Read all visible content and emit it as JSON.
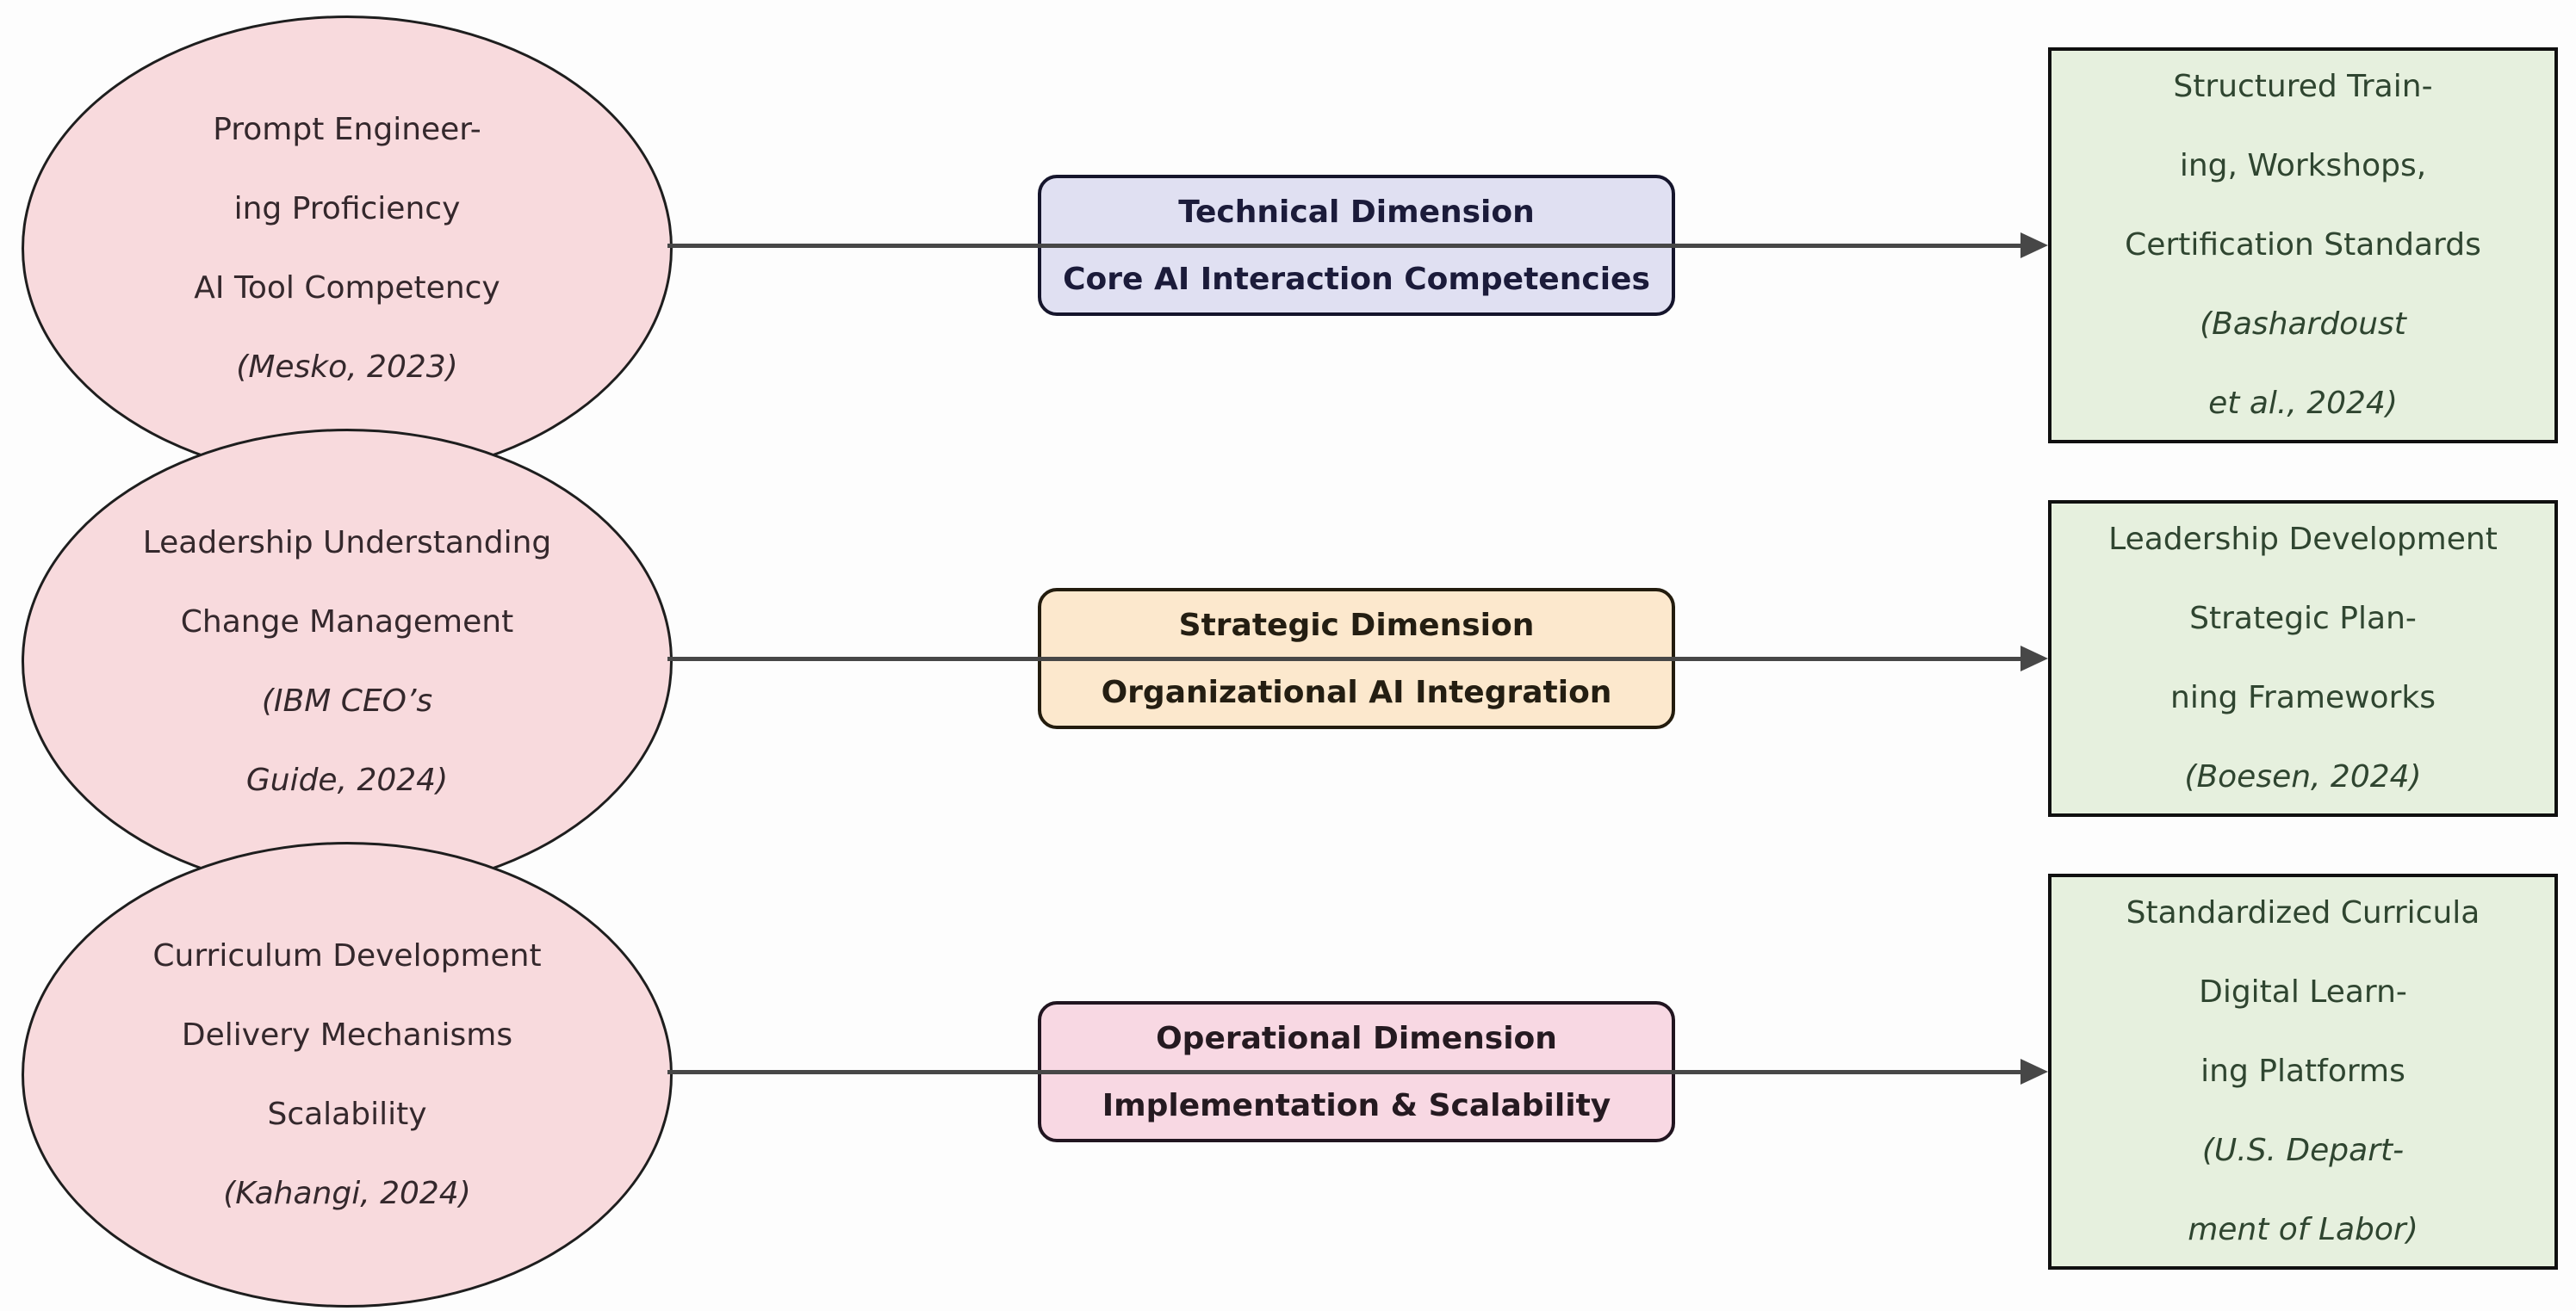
{
  "diagram": {
    "type": "flow-diagram",
    "background": "#fdfdfd",
    "connector": {
      "shape": "right-arrowhead",
      "color": "#474747"
    }
  },
  "palette": {
    "ellipse_fill": "#f8dadd",
    "ellipse_border": "#1e1e1e",
    "ellipse_text": "#34282c",
    "technical_fill": "#e0e0f2",
    "technical_text": "#1b1b3a",
    "strategic_fill": "#fce8cd",
    "strategic_text": "#241e12",
    "operational_fill": "#f8d8e3",
    "operational_text": "#251a21",
    "outcome_fill": "#e6f0de",
    "outcome_border": "#101010",
    "outcome_text": "#2f4530",
    "connector_color": "#474747"
  },
  "rows": [
    {
      "ellipse": {
        "lines": [
          "Prompt Engineer-",
          "ing Proficiency",
          "AI Tool Competency"
        ],
        "citation": [
          "(Mesko, 2023)"
        ]
      },
      "dimension": {
        "title": "Technical Dimension",
        "subtitle": "Core AI Interaction Competencies",
        "style": "background:#e0e0f2;border-color:#15152c;color:#1b1b3a"
      },
      "outcome": {
        "lines": [
          "Structured Train-",
          "ing, Workshops,",
          "Certification Standards"
        ],
        "citation": [
          "(Bashardoust",
          "et al., 2024)"
        ]
      }
    },
    {
      "ellipse": {
        "lines": [
          "Leadership Understanding",
          "Change Management"
        ],
        "citation": [
          "(IBM CEO’s",
          "Guide, 2024)"
        ]
      },
      "dimension": {
        "title": "Strategic Dimension",
        "subtitle": "Organizational AI Integration",
        "style": "background:#fce8cd;border-color:#231c0e;color:#241e12"
      },
      "outcome": {
        "lines": [
          "Leadership Development",
          "Strategic Plan-",
          "ning Frameworks"
        ],
        "citation": [
          "(Boesen, 2024)"
        ]
      }
    },
    {
      "ellipse": {
        "lines": [
          "Curriculum Development",
          "Delivery Mechanisms",
          "Scalability"
        ],
        "citation": [
          "(Kahangi, 2024)"
        ]
      },
      "dimension": {
        "title": "Operational Dimension",
        "subtitle": "Implementation & Scalability",
        "style": "background:#f8d8e3;border-color:#211520;color:#251a21"
      },
      "outcome": {
        "lines": [
          "Standardized Curricula",
          "Digital Learn-",
          "ing Platforms"
        ],
        "citation": [
          "(U.S. Depart-",
          "ment of Labor)"
        ]
      }
    }
  ]
}
